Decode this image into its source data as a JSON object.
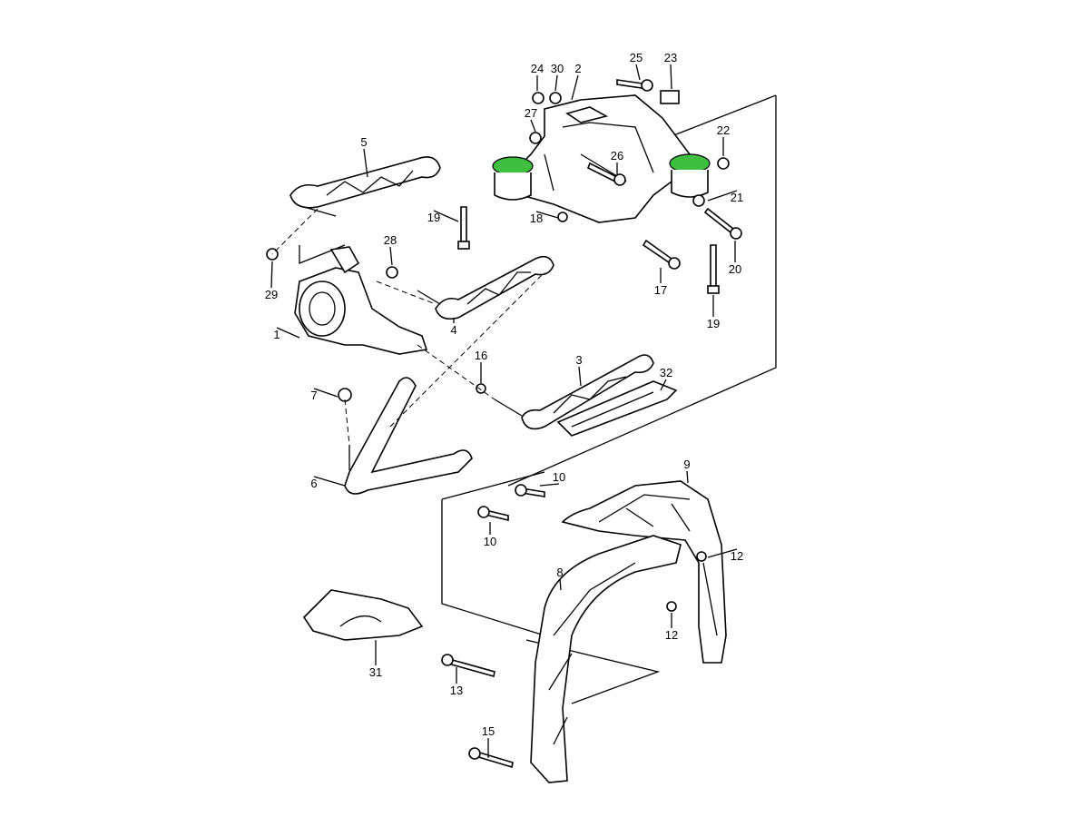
{
  "diagram": {
    "title": "Rear axle / subframe exploded parts diagram",
    "callouts": [
      "24",
      "30",
      "2",
      "25",
      "23",
      "27",
      "5",
      "22",
      "26",
      "21",
      "19",
      "18",
      "28",
      "20",
      "17",
      "29",
      "4",
      "19",
      "1",
      "16",
      "3",
      "32",
      "7",
      "6",
      "10",
      "9",
      "10",
      "12",
      "8",
      "12",
      "31",
      "13",
      "15"
    ],
    "highlight_color": "#3fbf3f"
  }
}
